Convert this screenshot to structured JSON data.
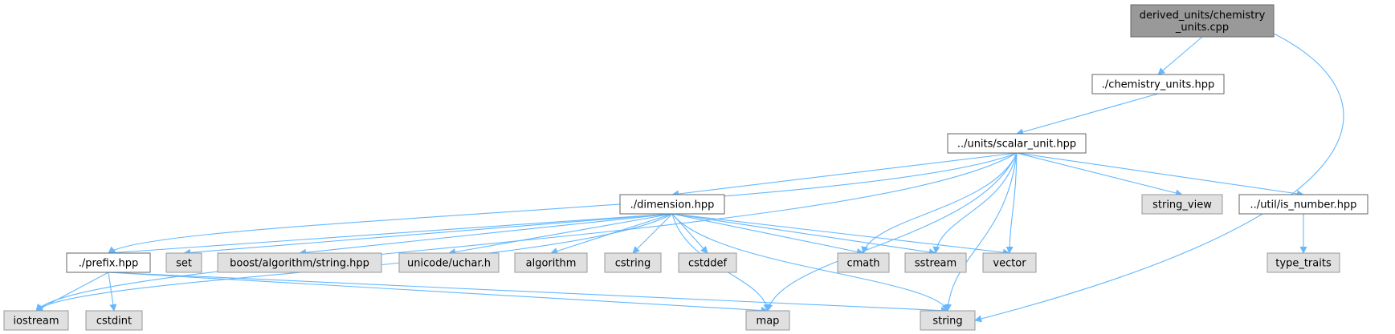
{
  "nodes": [
    {
      "id": "main",
      "lines": [
        "derived_units/chemistry",
        "_units.cpp"
      ],
      "kind": "current"
    },
    {
      "id": "chem",
      "lines": [
        "./chemistry_units.hpp"
      ],
      "kind": "documented"
    },
    {
      "id": "scalar",
      "lines": [
        "../units/scalar_unit.hpp"
      ],
      "kind": "documented"
    },
    {
      "id": "dimension",
      "lines": [
        "./dimension.hpp"
      ],
      "kind": "documented"
    },
    {
      "id": "prefix",
      "lines": [
        "./prefix.hpp"
      ],
      "kind": "documented"
    },
    {
      "id": "isnumber",
      "lines": [
        "../util/is_number.hpp"
      ],
      "kind": "documented"
    },
    {
      "id": "string_view",
      "lines": [
        "string_view"
      ],
      "kind": "external"
    },
    {
      "id": "type_traits",
      "lines": [
        "type_traits"
      ],
      "kind": "external"
    },
    {
      "id": "set",
      "lines": [
        "set"
      ],
      "kind": "external"
    },
    {
      "id": "boost",
      "lines": [
        "boost/algorithm/string.hpp"
      ],
      "kind": "external"
    },
    {
      "id": "uchar",
      "lines": [
        "unicode/uchar.h"
      ],
      "kind": "external"
    },
    {
      "id": "algorithm",
      "lines": [
        "algorithm"
      ],
      "kind": "external"
    },
    {
      "id": "cstring",
      "lines": [
        "cstring"
      ],
      "kind": "external"
    },
    {
      "id": "cstddef",
      "lines": [
        "cstddef"
      ],
      "kind": "external"
    },
    {
      "id": "cmath",
      "lines": [
        "cmath"
      ],
      "kind": "external"
    },
    {
      "id": "sstream",
      "lines": [
        "sstream"
      ],
      "kind": "external"
    },
    {
      "id": "vector",
      "lines": [
        "vector"
      ],
      "kind": "external"
    },
    {
      "id": "iostream",
      "lines": [
        "iostream"
      ],
      "kind": "external"
    },
    {
      "id": "cstdint",
      "lines": [
        "cstdint"
      ],
      "kind": "external"
    },
    {
      "id": "map",
      "lines": [
        "map"
      ],
      "kind": "external"
    },
    {
      "id": "string",
      "lines": [
        "string"
      ],
      "kind": "external"
    }
  ],
  "edges": [
    [
      "main",
      "chem"
    ],
    [
      "main",
      "string"
    ],
    [
      "chem",
      "scalar"
    ],
    [
      "scalar",
      "iostream"
    ],
    [
      "scalar",
      "prefix"
    ],
    [
      "scalar",
      "dimension"
    ],
    [
      "scalar",
      "cmath"
    ],
    [
      "scalar",
      "sstream"
    ],
    [
      "scalar",
      "vector"
    ],
    [
      "scalar",
      "map"
    ],
    [
      "scalar",
      "string"
    ],
    [
      "scalar",
      "string_view"
    ],
    [
      "scalar",
      "isnumber"
    ],
    [
      "isnumber",
      "type_traits"
    ],
    [
      "dimension",
      "prefix"
    ],
    [
      "dimension",
      "iostream"
    ],
    [
      "dimension",
      "set"
    ],
    [
      "dimension",
      "boost"
    ],
    [
      "dimension",
      "uchar"
    ],
    [
      "dimension",
      "algorithm"
    ],
    [
      "dimension",
      "cstring"
    ],
    [
      "dimension",
      "cstddef"
    ],
    [
      "dimension",
      "cmath"
    ],
    [
      "dimension",
      "sstream"
    ],
    [
      "dimension",
      "vector"
    ],
    [
      "dimension",
      "map"
    ],
    [
      "dimension",
      "string"
    ],
    [
      "prefix",
      "iostream"
    ],
    [
      "prefix",
      "cstdint"
    ],
    [
      "prefix",
      "map"
    ],
    [
      "prefix",
      "string"
    ]
  ],
  "colors": {
    "current_fill": "#999999",
    "current_stroke": "#666666",
    "documented_fill": "#ffffff",
    "documented_stroke": "#666666",
    "external_fill": "#e0e0e0",
    "external_stroke": "#999999",
    "edge": "#63b8ff",
    "text": "#000000"
  }
}
